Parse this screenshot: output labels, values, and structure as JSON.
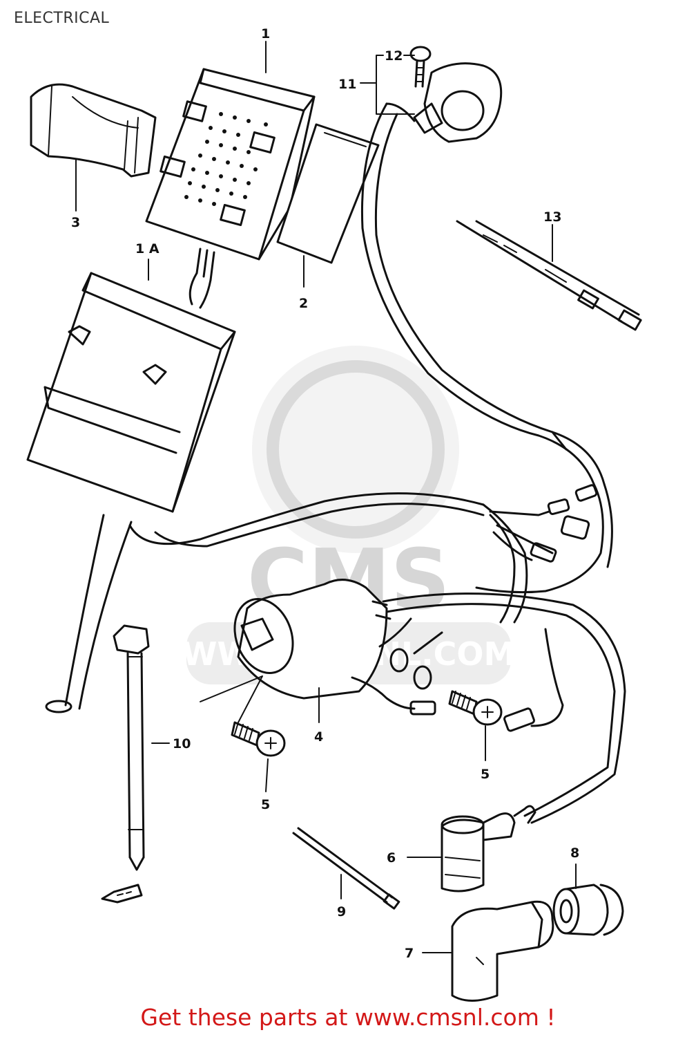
{
  "page": {
    "title": "ELECTRICAL",
    "footer_link": "Get these parts at www.cmsnl.com !"
  },
  "watermark": {
    "logo_text": "CMS",
    "url_text": "WWW.CMSNL.COM"
  },
  "callouts": {
    "c1": "1",
    "c1a": "1 A",
    "c2": "2",
    "c3": "3",
    "c4": "4",
    "c5a": "5",
    "c5b": "5",
    "c6": "6",
    "c7": "7",
    "c8": "8",
    "c9": "9",
    "c10": "10",
    "c11": "11",
    "c12": "12",
    "c13": "13"
  },
  "icons": {
    "arrow": "front-arrow-icon"
  },
  "colors": {
    "footer": "#d31818",
    "line": "#111111",
    "watermark": "#d0d0d0"
  }
}
